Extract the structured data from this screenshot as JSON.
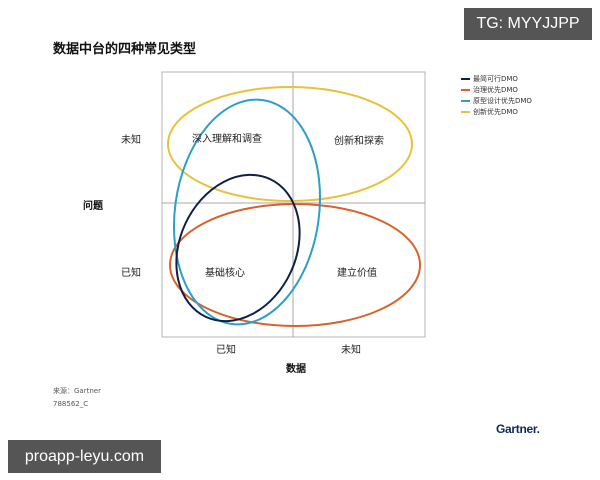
{
  "title": "数据中台的四种常见类型",
  "watermarks": {
    "top": "TG: MYYJJPP",
    "bottom": "proapp-leyu.com"
  },
  "legend": [
    {
      "label": "最简可行DMO",
      "color": "#0f1f45"
    },
    {
      "label": "治理优先DMO",
      "color": "#d9622b"
    },
    {
      "label": "原型设计优先DMO",
      "color": "#2a9fc9"
    },
    {
      "label": "创新优先DMO",
      "color": "#e8c23a"
    }
  ],
  "axes": {
    "y_title": "问题",
    "y_ticks": [
      "未知",
      "已知"
    ],
    "x_title": "数据",
    "x_ticks": [
      "已知",
      "未知"
    ]
  },
  "quadrants": {
    "top_left": "深入理解和调查",
    "top_right": "创新和探索",
    "bottom_left": "基础核心",
    "bottom_right": "建立价值"
  },
  "source": {
    "line1": "来源：Gartner",
    "line2": "788562_C"
  },
  "logo": "Gartner."
}
